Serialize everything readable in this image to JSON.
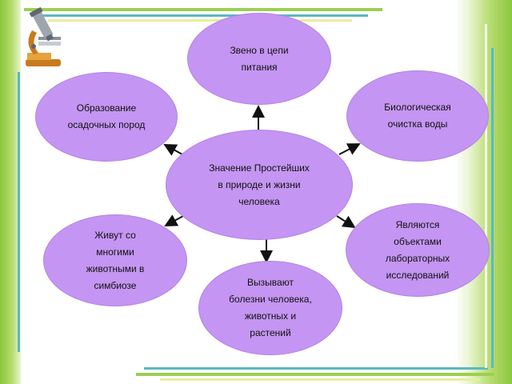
{
  "center": {
    "text": "Значение Простейших\nв природе и жизни\nчеловека"
  },
  "nodes": {
    "food_chain": "Звено в цепи\nпитания",
    "sediment": "Образование\nосадочных пород",
    "water": "Биологическая\nочистка воды",
    "symbiosis": "Живут со\nмногими\nживотными в\nсимбиозе",
    "lab": "Являются\nобъектами\nлабораторных\nисследований",
    "disease": "Вызывают\nболезни человека,\nживотных и\nрастений"
  },
  "colors": {
    "node_fill": "#c495f2",
    "arrow": "#111111",
    "frame_green": "#8cc63f"
  },
  "icons": [
    "microscope-icon"
  ]
}
